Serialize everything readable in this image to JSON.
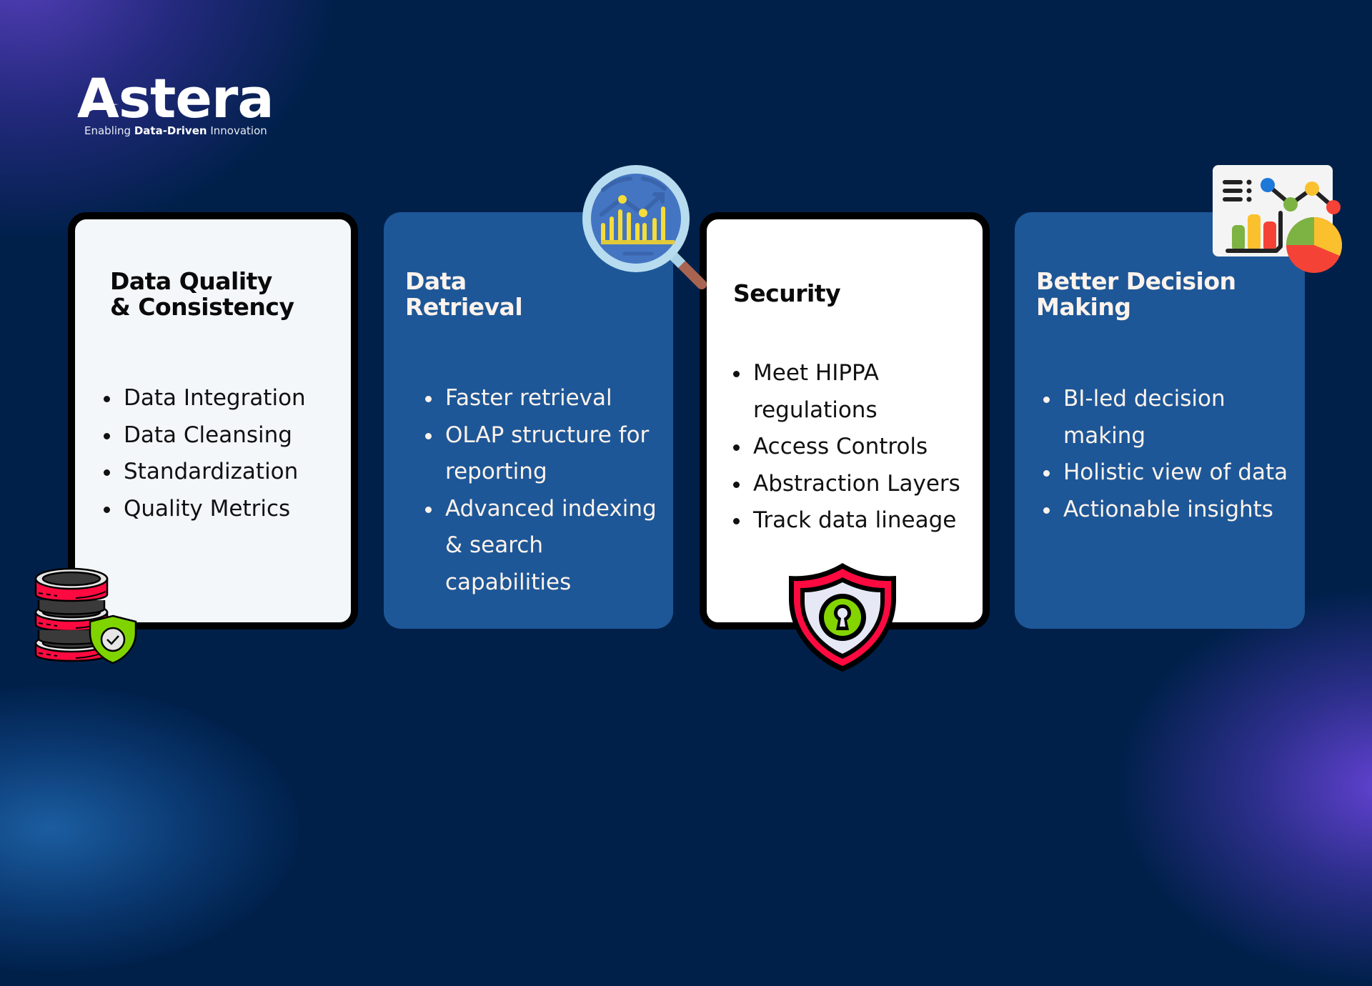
{
  "brand": {
    "name": "Astera",
    "tagline_prefix": "Enabling ",
    "tagline_bold": "Data-Driven",
    "tagline_suffix": " Innovation"
  },
  "colors": {
    "background": "#00204a",
    "card_blue": "#1e5797",
    "card_light": "#f3f7fa",
    "card_white": "#ffffff",
    "card_border": "#000000",
    "text_light": "#fdf3ec",
    "glow_purple": "#5b3ec6",
    "glow_blue": "#1a5a9a"
  },
  "cards": [
    {
      "title_line1": "Data Quality",
      "title_line2": "& Consistency",
      "style": "light",
      "icon": "database-shield-icon",
      "bullets": [
        "Data Integration",
        "Data Cleansing",
        "Standardization",
        "Quality Metrics"
      ]
    },
    {
      "title_line1": "Data",
      "title_line2": "Retrieval",
      "style": "blue",
      "icon": "magnifier-chart-icon",
      "bullets": [
        "Faster retrieval",
        "OLAP structure for reporting",
        "Advanced indexing & search capabilities"
      ]
    },
    {
      "title_line1": "Security",
      "title_line2": "",
      "style": "white",
      "icon": "shield-lock-icon",
      "bullets": [
        "Meet HIPPA regulations",
        "Access Controls",
        "Abstraction Layers",
        "Track data lineage"
      ]
    },
    {
      "title_line1": "Better Decision",
      "title_line2": "Making",
      "style": "blue",
      "icon": "analytics-dashboard-icon",
      "bullets": [
        "BI-led decision making",
        "Holistic view of data",
        "Actionable insights"
      ]
    }
  ]
}
